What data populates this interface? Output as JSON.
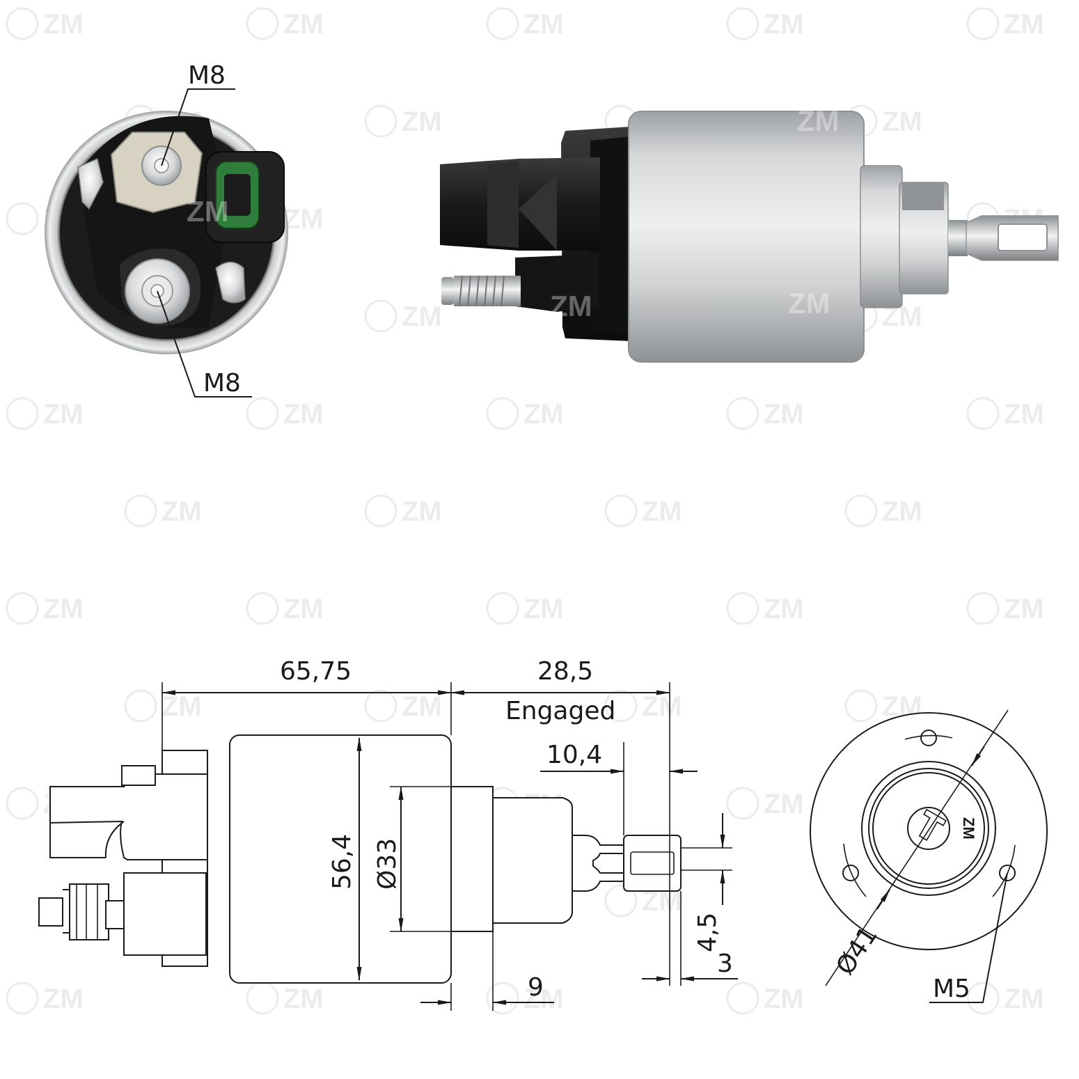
{
  "watermark": {
    "text": "ZM"
  },
  "photo_callouts": {
    "top_terminal": "M8",
    "bottom_terminal": "M8"
  },
  "drawing": {
    "body_length": "65,75",
    "plunger_travel": "28,5",
    "plunger_travel_note": "Engaged",
    "eye_length": "10,4",
    "body_diameter": "56,4",
    "nose_diameter": "Ø33",
    "eye_width": "4,5",
    "eye_offset": "3",
    "nose_length": "9",
    "flange_diameter": "Ø41",
    "mount_thread": "M5",
    "end_view_mark": "ZM"
  },
  "colors": {
    "housing_silver": "#c9cbcc",
    "plastic_black": "#1d1d1d",
    "connector_green": "#2f7d3a",
    "line": "#1a1a1a",
    "watermark": "#ececec"
  }
}
